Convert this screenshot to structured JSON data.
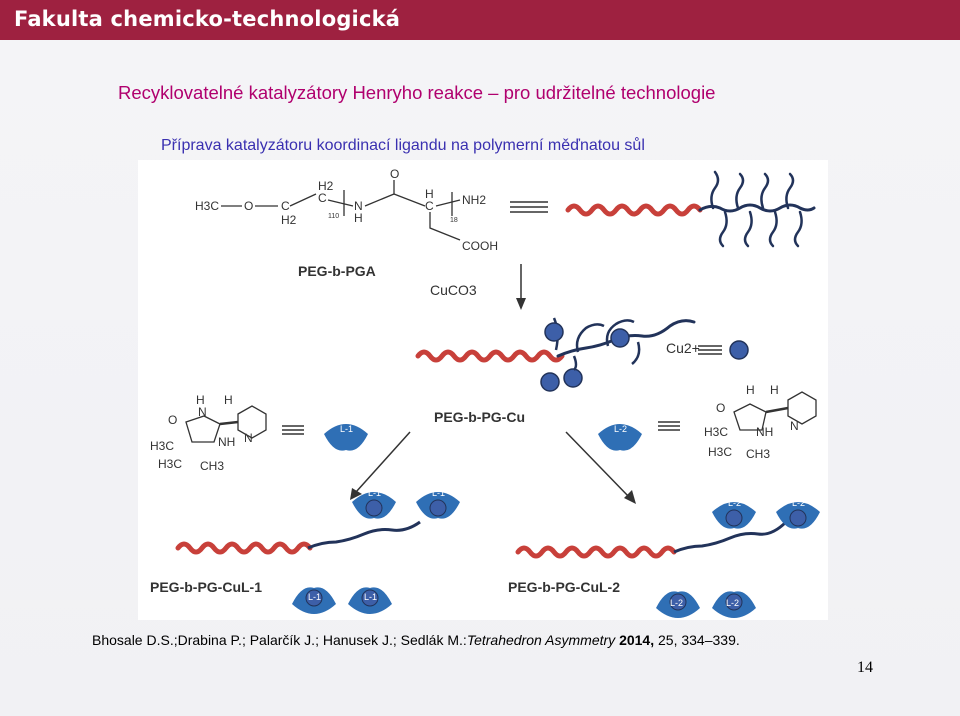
{
  "header": {
    "title": "Fakulta chemicko-technologická"
  },
  "slide": {
    "title": "Recyklovatelné katalyzátory Henryho reakce – pro udržitelné technologie",
    "subtitle": "Příprava katalyzátoru koordinací ligandu na polymerní měďnatou sůl"
  },
  "scheme": {
    "h3c": "H3C",
    "o": "O",
    "h2": "H2",
    "c": "C",
    "n": "N",
    "h": "H",
    "nh2": "NH2",
    "cooh": "COOH",
    "n110": "110",
    "n18": "18",
    "peg_pga": "PEG-b-PGA",
    "reagent": "CuCO3",
    "cu_ion": "Cu2+",
    "peg_pg_cu": "PEG-b-PG-Cu",
    "peg_pg_cul1": "PEG-b-PG-CuL-1",
    "peg_pg_cul2": "PEG-b-PG-CuL-2",
    "l1": "L-1",
    "l2": "L-2",
    "ch3": "CH3",
    "nh": "NH",
    "colors": {
      "polymer": "#c8403a",
      "copper": "#3d5fa8",
      "ligand": "#2f6fb5",
      "chain": "#22335a"
    }
  },
  "citation": {
    "authors": "Bhosale D.S.;Drabina P.; Palarčík J.; Hanusek J.; Sedlák M.:",
    "journal": "Tetrahedron Asymmetry",
    "year": "2014,",
    "pages": "25, 334–339."
  },
  "page_number": "14"
}
